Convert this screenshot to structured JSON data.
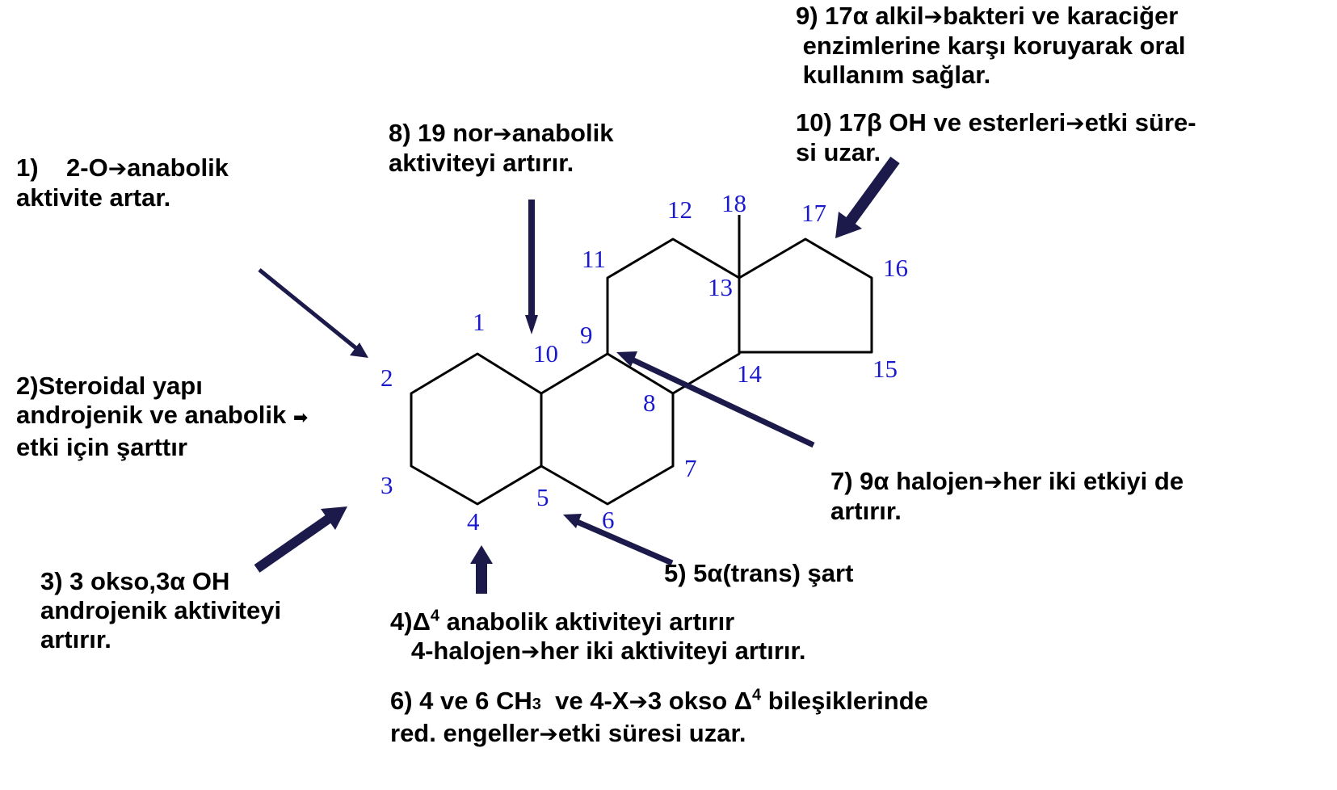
{
  "colors": {
    "bond": "#000000",
    "atom_label": "#1a1acc",
    "arrow": "#1c1a4a",
    "text": "#000000"
  },
  "arrow_symbol": "➔",
  "small_arrow_symbol": "➡",
  "atom_numbers": [
    "1",
    "2",
    "3",
    "4",
    "5",
    "6",
    "7",
    "8",
    "9",
    "10",
    "11",
    "12",
    "13",
    "14",
    "15",
    "16",
    "17",
    "18"
  ],
  "notes": {
    "n1": {
      "line1": "1)    2-O",
      "line1_tail": "anabolik",
      "line2": "aktivite artar."
    },
    "n2": {
      "line1": "2)Steroidal yapı",
      "line2": "androjenik ve anabolik",
      "line3": "etki için şarttır"
    },
    "n3": {
      "line1": "3) 3 okso,3α OH",
      "line2": "androjenik aktiviteyi",
      "line3": "artırır."
    },
    "n4": {
      "line1_pre": "4)Δ",
      "line1_sup": "4",
      "line1_post": " anabolik aktiviteyi artırır",
      "line2_pre": "   4-halojen",
      "line2_post": "her iki aktiviteyi artırır."
    },
    "n5": {
      "line1": "5) 5α(trans) şart"
    },
    "n6": {
      "line1_a": "6) 4 ve 6 CH",
      "line1_sub": "3",
      "line1_b": "  ve 4-X",
      "line1_c": "3 okso Δ",
      "line1_sup": "4",
      "line1_d": " bileşiklerinde",
      "line2_a": "red. engeller",
      "line2_b": "etki süresi uzar."
    },
    "n7": {
      "line1_a": "7) 9α halojen",
      "line1_b": "her iki etkiyi de",
      "line2": "artırır."
    },
    "n8": {
      "line1_a": "8) 19 nor",
      "line1_b": "anabolik",
      "line2": "aktiviteyi artırır."
    },
    "n9": {
      "line1_a": "9) 17α alkil",
      "line1_b": "bakteri ve karaciğer",
      "line2": " enzimlerine karşı koruyarak oral",
      "line3": " kullanım sağlar."
    },
    "n10": {
      "line1_a": "10) 17β OH ve esterleri",
      "line1_b": "etki süre-",
      "line2": "si uzar."
    }
  }
}
